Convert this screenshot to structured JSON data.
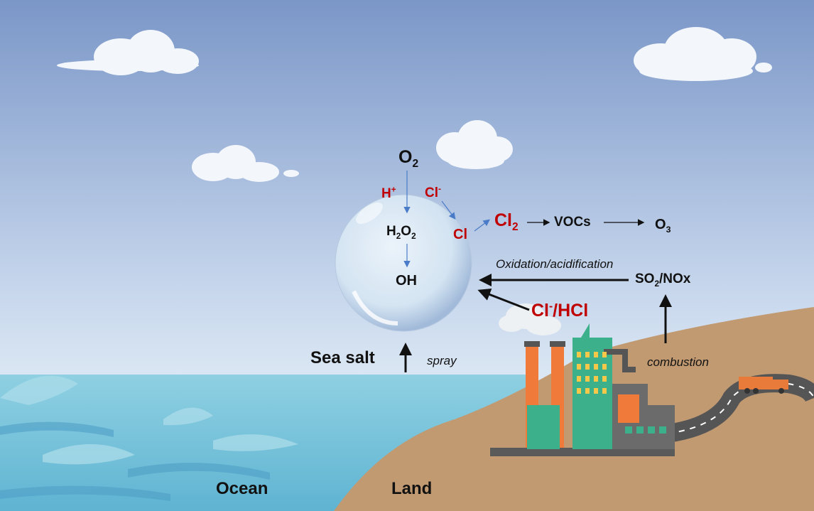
{
  "labels": {
    "o2_main": "O",
    "o2_main_sub": "2",
    "h_plus": "H",
    "h_plus_sup": "+",
    "cl_minus": "Cl",
    "cl_minus_sup": "-",
    "h2o2_h": "H",
    "h2o2_sub1": "2",
    "h2o2_o": "O",
    "h2o2_sub2": "2",
    "cl_radical": "Cl",
    "oh": "OH",
    "cl2": "Cl",
    "cl2_sub": "2",
    "vocs": "VOCs",
    "o3": "O",
    "o3_sub": "3",
    "oxidation": "Oxidation/acidification",
    "so2": "SO",
    "so2_sub": "2",
    "nox": "/NOx",
    "cl_hcl_cl": "Cl",
    "cl_hcl_sup": "-",
    "cl_hcl_rest": "/HCl",
    "sea_salt": "Sea salt",
    "spray": "spray",
    "combustion": "combustion",
    "ocean": "Ocean",
    "land": "Land"
  },
  "colors": {
    "sky_top": "#7b97c8",
    "sky_bottom": "#d4e4f2",
    "ocean": "#7fc6da",
    "land": "#c19a72",
    "chem_red": "#c00000",
    "arrow_blue": "#4a7bc8",
    "factory_orange": "#f07a3a",
    "factory_green": "#3cb08a",
    "factory_gray": "#6b6b6b"
  },
  "icons": [
    "cloud",
    "droplet",
    "factory",
    "chimney-smoke",
    "road",
    "truck",
    "wave"
  ]
}
